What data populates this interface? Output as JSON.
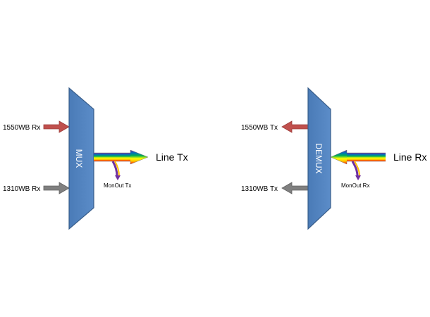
{
  "mux": {
    "block_label": "MUX",
    "inputs": [
      {
        "label": "1550WB Rx",
        "color": "#c0504d"
      },
      {
        "label": "1310WB Rx",
        "color": "#808080"
      }
    ],
    "output_label": "Line Tx",
    "monitor_label": "MonOut Tx"
  },
  "demux": {
    "block_label": "DEMUX",
    "outputs": [
      {
        "label": "1550WB Tx",
        "color": "#c0504d"
      },
      {
        "label": "1310WB Tx",
        "color": "#808080"
      }
    ],
    "input_label": "Line Rx",
    "monitor_label": "MonOut Rx"
  },
  "colors": {
    "block_fill": "#4f81bd",
    "block_stroke": "#385d8a",
    "rainbow": [
      "#7030a0",
      "#0070c0",
      "#00b050",
      "#ffff00",
      "#ffc000",
      "#ff0000"
    ]
  }
}
